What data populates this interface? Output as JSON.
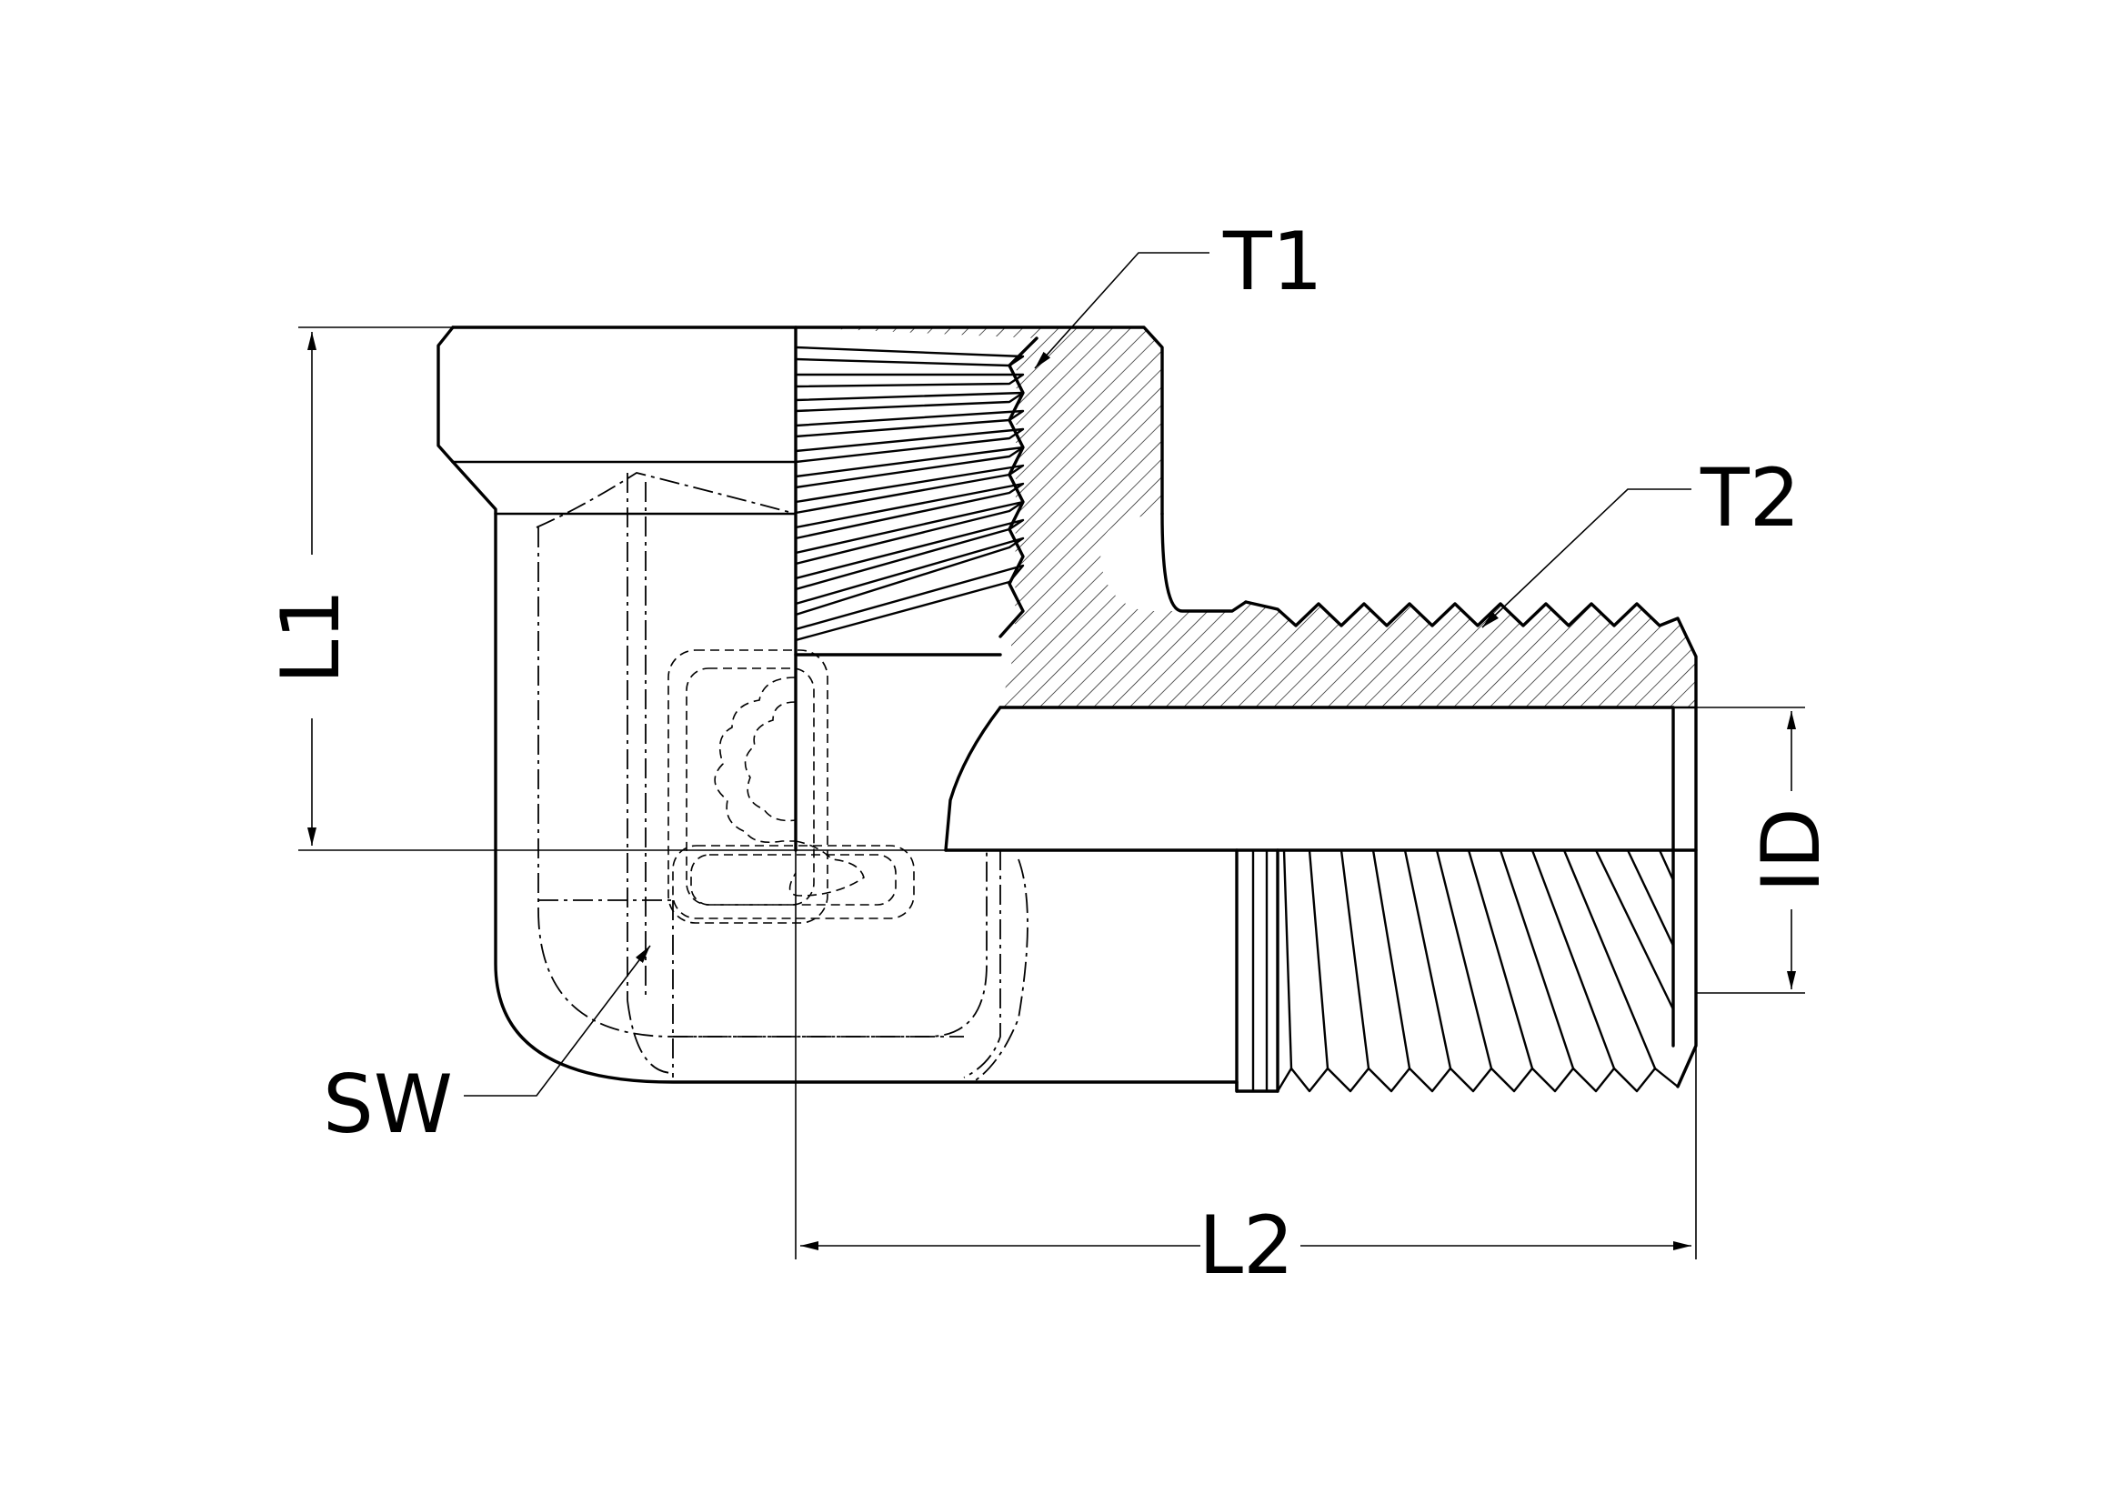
{
  "drawing": {
    "colors": {
      "line": "#000000",
      "background": "#ffffff"
    },
    "labels": {
      "t1": "T1",
      "t2": "T2",
      "l1": "L1",
      "l2": "L2",
      "id": "ID",
      "sw": "SW"
    }
  }
}
